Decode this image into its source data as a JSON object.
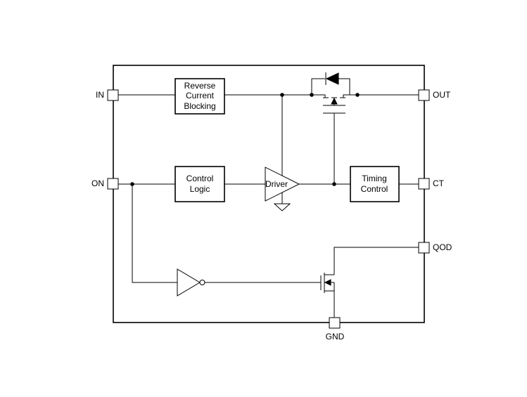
{
  "pins": {
    "in": "IN",
    "on": "ON",
    "out": "OUT",
    "ct": "CT",
    "qod": "QOD",
    "gnd": "GND"
  },
  "blocks": {
    "reverse_current_blocking": [
      "Reverse",
      "Current",
      "Blocking"
    ],
    "control_logic": [
      "Control",
      "Logic"
    ],
    "timing_control": [
      "Timing",
      "Control"
    ],
    "driver": "Driver"
  }
}
